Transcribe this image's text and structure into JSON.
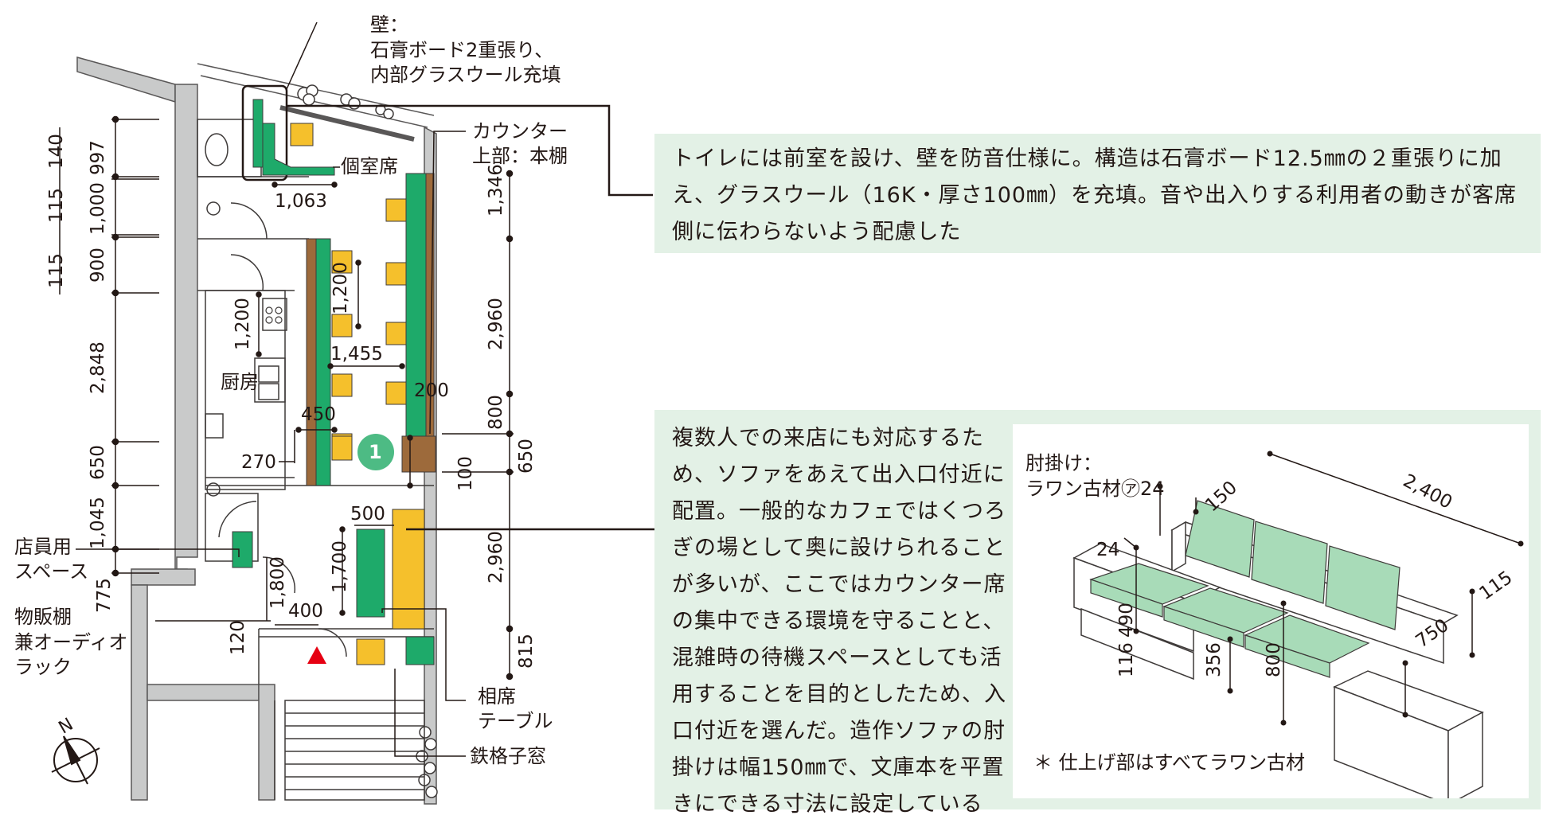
{
  "floorplan": {
    "labels": {
      "wall_title": "壁：",
      "wall_line1": "石膏ボード2重張り、",
      "wall_line2": "内部グラスウール充填",
      "counter_line1": "カウンター",
      "counter_line2": "上部：本棚",
      "private_seat": "個室席",
      "kitchen": "厨房",
      "staff_line1": "店員用",
      "staff_line2": "スペース",
      "shelf_line1": "物販棚",
      "shelf_line2": "兼オーディオ",
      "shelf_line3": "ラック",
      "shared_line1": "相席",
      "shared_line2": "テーブル",
      "window": "鉄格子窓",
      "north": "N",
      "badge": "1"
    },
    "left_dims": [
      "140",
      "997",
      "115",
      "1,000",
      "115",
      "900",
      "2,848",
      "650",
      "1,045",
      "775"
    ],
    "inner_dims": {
      "d1063": "1,063",
      "d1200a": "1,200",
      "d1200b": "1,200",
      "d1455": "1,455",
      "d450": "450",
      "d270": "270",
      "d200": "200",
      "d500": "500",
      "d1700": "1,700",
      "d1800": "1,800",
      "d400": "400",
      "d120": "120",
      "d100": "100"
    },
    "right_dims": [
      "1,346",
      "2,960",
      "800",
      "650",
      "2,960",
      "815"
    ]
  },
  "note_top": {
    "text": "トイレには前室を設け、壁を防音仕様に。構造は石膏ボード12.5㎜の２重張りに加え、グラスウール（16K・厚さ100㎜）を充填。音や出入りする利用者の動きが客席側に伝わらないよう配慮した"
  },
  "note_bottom": {
    "text": "複数人での来店にも対応するため、ソファをあえて出入口付近に配置。一般的なカフェではくつろぎの場として奥に設けられることが多いが、ここではカウンター席の集中できる環境を守ることと、混雑時の待機スペースとしても活用することを目的としたため、入口付近を選んだ。造作ソファの肘掛けは幅150㎜で、文庫本を平置きにできる寸法に設定している"
  },
  "sofa": {
    "armrest_line1": "肘掛け：",
    "armrest_line2": "ラワン古材㋐24",
    "dims": {
      "d150": "150",
      "d2400": "2,400",
      "d24": "24",
      "d116": "116",
      "d490": "490",
      "d356": "356",
      "d800": "800",
      "d750": "750",
      "d115": "115"
    },
    "footnote": "＊ 仕上げ部はすべてラワン古材"
  },
  "colors": {
    "green": "#1eaa6a",
    "yellow": "#f5c02c",
    "brown": "#9d6a3b",
    "wall_gray": "#c9caca",
    "note_bg": "#e3f1e6",
    "sofa_green": "#a8dbb8",
    "badge": "#4dbb84",
    "red": "#e60012"
  }
}
